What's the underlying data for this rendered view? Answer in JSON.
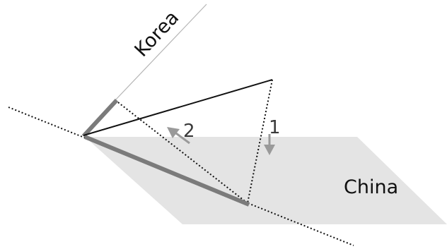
{
  "labels": {
    "korea": "Korea",
    "china": "China",
    "step1": "1",
    "step2": "2"
  },
  "colors": {
    "china_plane": "#e4e4e4",
    "edge_thick": "#7b7b7b",
    "korea_line": "#b5b5b5",
    "triangle": "#111111",
    "arrow": "#9a9a9a"
  }
}
